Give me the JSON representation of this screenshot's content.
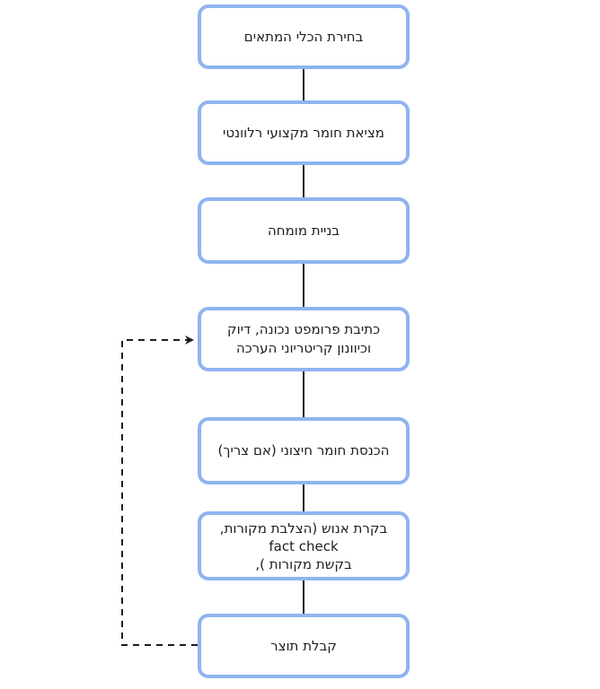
{
  "colors": {
    "box_border": "#8fb4f0",
    "connector": "#1e1e1e",
    "text": "#1e1e1e"
  },
  "steps": [
    {
      "id": "choose-tool",
      "label": "בחירת הכלי המתאים"
    },
    {
      "id": "find-material",
      "label": "מציאת חומר מקצועי רלוונטי"
    },
    {
      "id": "build-expert",
      "label": "בניית מומחה"
    },
    {
      "id": "write-prompt",
      "label": "כתיבת פרומפט נכונה, דיוק\nוכיוונון קריטריוני הערכה"
    },
    {
      "id": "external-material",
      "label": "הכנסת חומר חיצוני (אם צריך)"
    },
    {
      "id": "human-review",
      "label": "בקרת אנוש (הצלבת מקורות,\nfact check\nבקשת מקורות ),"
    },
    {
      "id": "get-product",
      "label": "קבלת תוצר"
    }
  ]
}
